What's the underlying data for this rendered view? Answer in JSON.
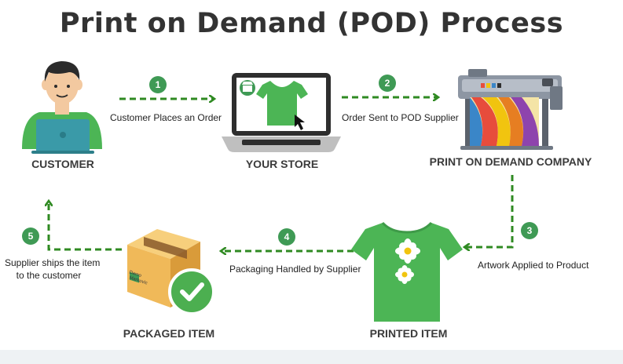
{
  "title": "Print on Demand (POD) Process",
  "nodes": {
    "customer": "CUSTOMER",
    "store": "YOUR STORE",
    "pod_company": "PRINT ON DEMAND COMPANY",
    "printed_item": "PRINTED ITEM",
    "packaged_item": "PACKAGED ITEM"
  },
  "steps": [
    {
      "number": "1",
      "label": "Customer Places an Order"
    },
    {
      "number": "2",
      "label": "Order Sent to POD Supplier"
    },
    {
      "number": "3",
      "label": "Artwork Applied to Product"
    },
    {
      "number": "4",
      "label": "Packaging Handled by Supplier"
    },
    {
      "number": "5",
      "label_line1": "Supplier ships the item",
      "label_line2": "to the customer"
    }
  ],
  "package_brand": {
    "logo": "CM",
    "name_line1": "Damo",
    "name_line2": "Markovic"
  },
  "colors": {
    "arrow": "#2f8a22",
    "badge": "#3f9a55",
    "shirt": "#4cb555",
    "skin": "#f3c9a0",
    "box": "#f0b959",
    "check": "#4caf50"
  },
  "icons": [
    "person-icon",
    "laptop-icon",
    "tshirt-icon",
    "store-icon",
    "cursor-icon",
    "printer-icon",
    "flower-icon",
    "package-icon",
    "check-icon"
  ]
}
